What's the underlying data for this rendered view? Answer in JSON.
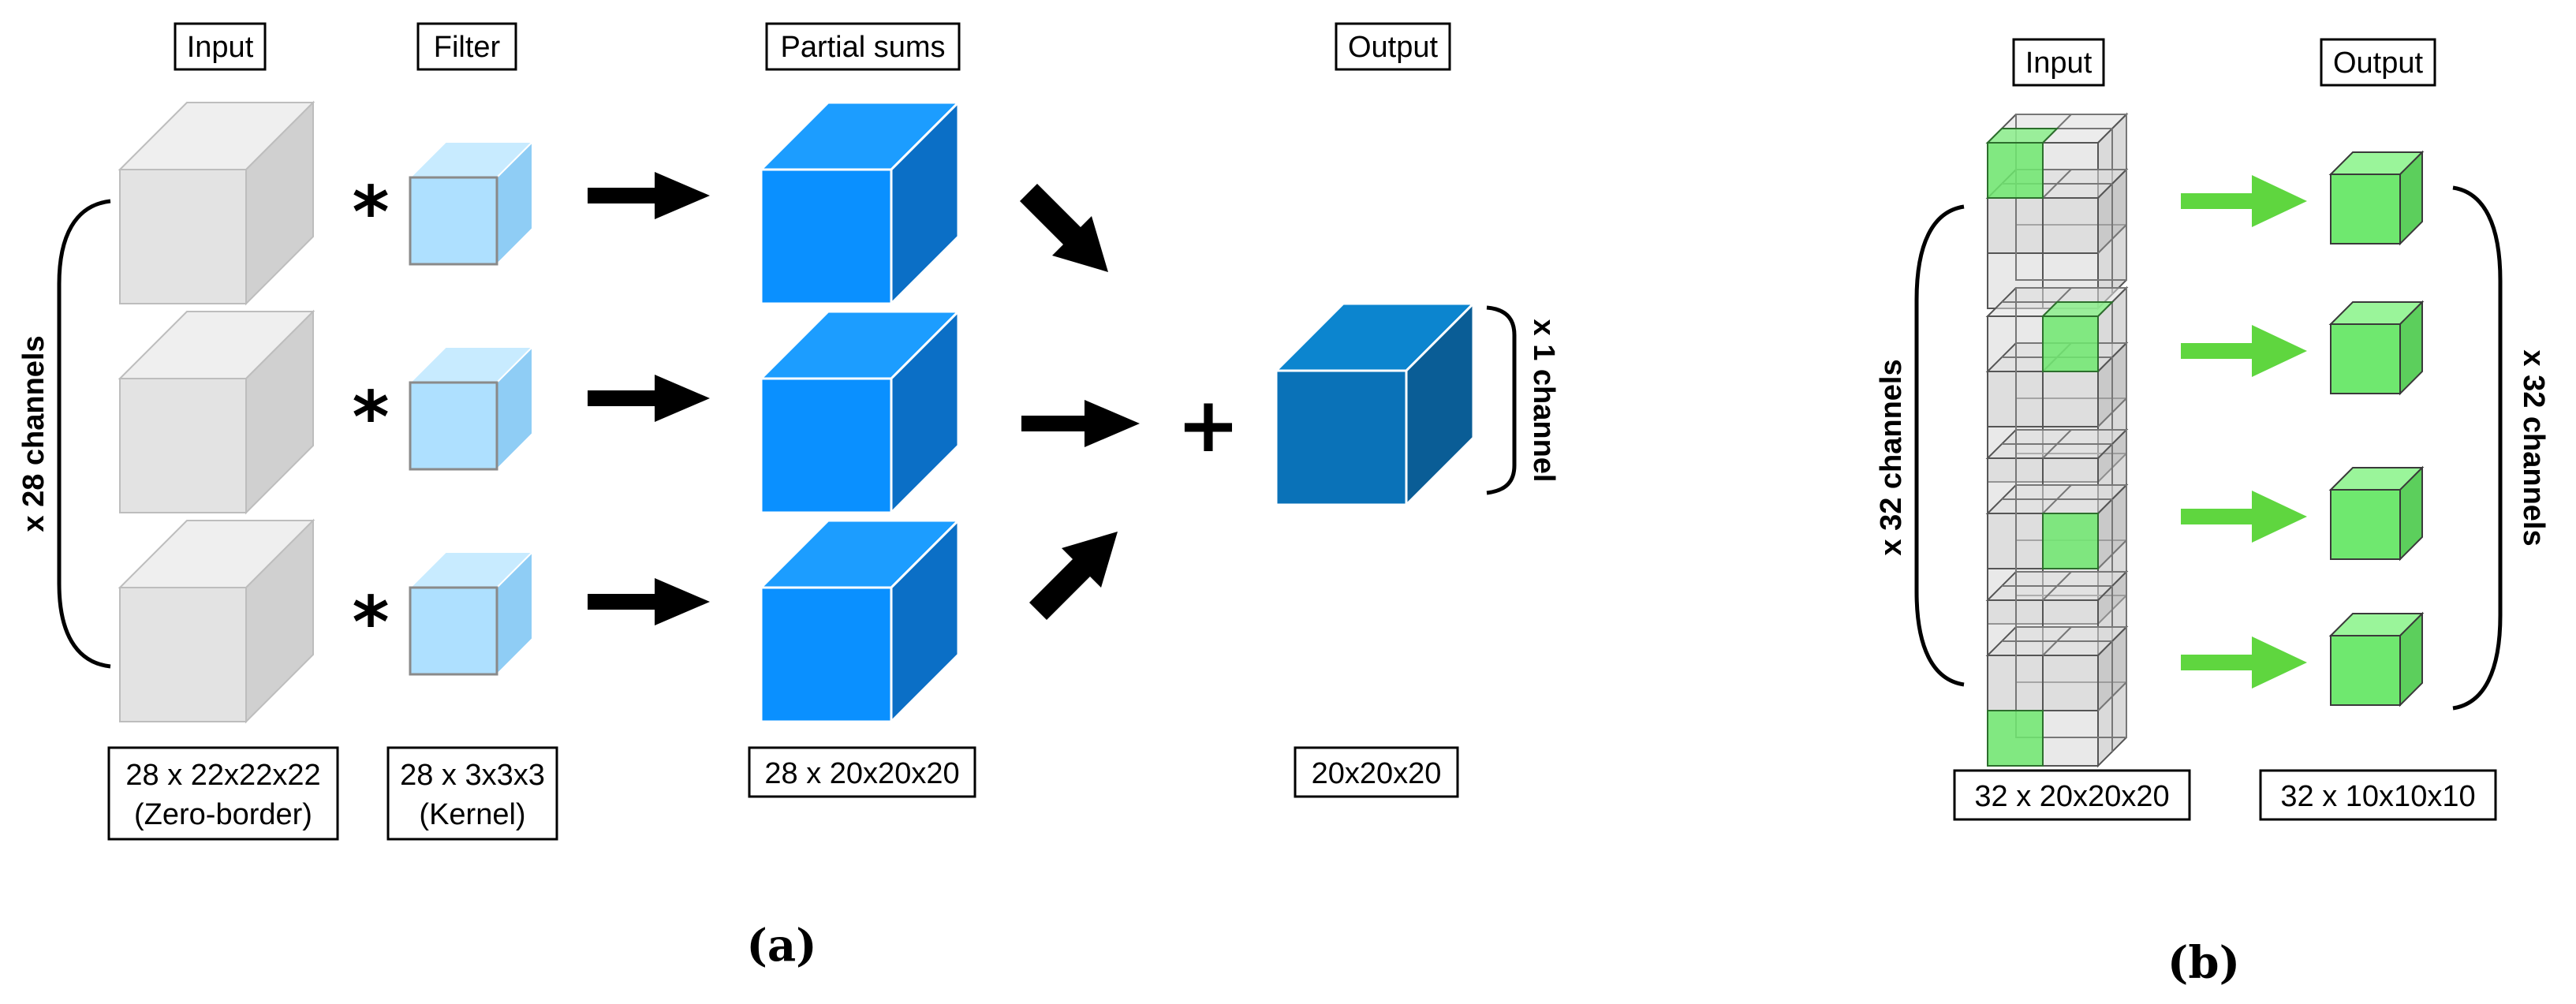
{
  "panel_a": {
    "headers": {
      "input": "Input",
      "filter": "Filter",
      "partial": "Partial sums",
      "output": "Output"
    },
    "bottom": {
      "input_line1": "28 x 22x22x22",
      "input_line2": "(Zero-border)",
      "filter_line1": "28 x 3x3x3",
      "filter_line2": "(Kernel)",
      "partial": "28 x 20x20x20",
      "output": "20x20x20"
    },
    "left_brace_label": "x 28 channels",
    "right_brace_label": "x 1 channel",
    "operator_conv": "*",
    "operator_sum": "+",
    "caption": "(a)"
  },
  "panel_b": {
    "headers": {
      "input": "Input",
      "output": "Output"
    },
    "bottom": {
      "input": "32 x 20x20x20",
      "output": "32 x 10x10x10"
    },
    "left_brace_label": "x 32 channels",
    "right_brace_label": "x 32 channels",
    "caption": "(b)"
  },
  "colors": {
    "input_cube": "#e3e3e3",
    "filter_cube": "#aee0ff",
    "partial_cube": "#0a90ff",
    "output_cube": "#0a72b8",
    "green": "#6fe86f",
    "green_arrow": "#5fd63f"
  }
}
